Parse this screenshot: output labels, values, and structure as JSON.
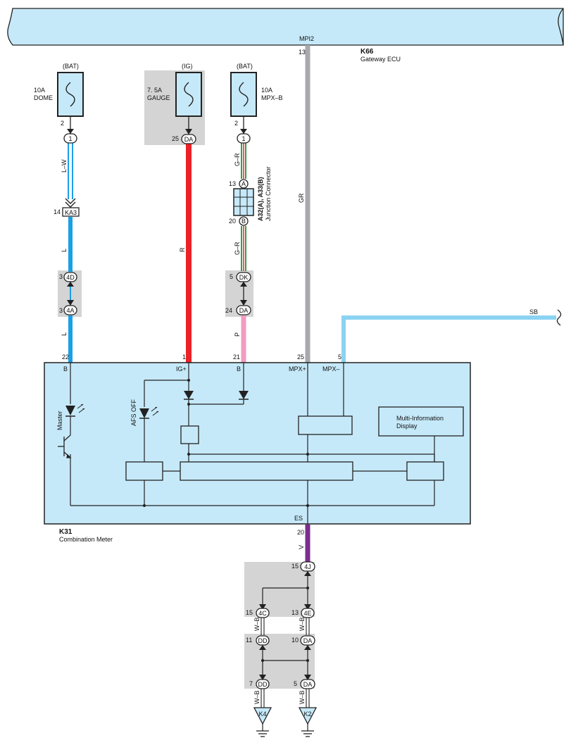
{
  "gateway": {
    "bus_label": "MPI2",
    "pin": "13",
    "code": "K66",
    "name": "Gateway ECU"
  },
  "meter": {
    "code": "K31",
    "name": "Combination Meter",
    "es_label": "ES",
    "es_pin": "20",
    "mid_display": [
      "Multi-Information",
      "Display"
    ],
    "master_label": "Master",
    "afs_label": "AFS OFF"
  },
  "fuses": {
    "dome": {
      "source": "(BAT)",
      "rating": "10A",
      "name": "DOME",
      "pin": "2",
      "conn": "1"
    },
    "gauge": {
      "source": "(IG)",
      "rating": "7. 5A",
      "name": "GAUGE",
      "pin": "25",
      "conn": "DA"
    },
    "mpxb": {
      "source": "(BAT)",
      "rating": "10A",
      "name": "MPX–B",
      "pin": "2",
      "conn": "1"
    }
  },
  "wires": {
    "lw": "L–W",
    "l_upper": "L",
    "l_lower": "L",
    "r": "R",
    "gr_upper": "G–R",
    "gr_lower": "G–R",
    "p": "P",
    "gr": "GR",
    "sb": "SB",
    "v": "V",
    "wb1": "W–B",
    "wb2": "W–B",
    "wb3": "W–B",
    "wb4": "W–B"
  },
  "connectors": {
    "ka3": {
      "pin": "14",
      "code": "KA3"
    },
    "d4d": {
      "pin": "3",
      "code": "4D"
    },
    "d4a": {
      "pin": "3",
      "code": "4A"
    },
    "dk": {
      "pin": "5",
      "code": "DK"
    },
    "da24": {
      "pin": "24",
      "code": "DA"
    },
    "j4": {
      "pin": "15",
      "code": "4J"
    },
    "c4": {
      "pin": "15",
      "code": "4C"
    },
    "e4": {
      "pin": "13",
      "code": "4E"
    },
    "dd11": {
      "pin": "11",
      "code": "DD"
    },
    "da10": {
      "pin": "10",
      "code": "DA"
    },
    "dd7": {
      "pin": "7",
      "code": "DD"
    },
    "da5": {
      "pin": "5",
      "code": "DA"
    }
  },
  "junction": {
    "pin_a": "13",
    "pin_b": "20",
    "label_a": "A",
    "label_b": "B",
    "codes": "A32(A), A33(B)",
    "name": "Junction Connector"
  },
  "meter_pins": {
    "b1": {
      "pin": "22",
      "label": "B"
    },
    "ig": {
      "pin": "1",
      "label": "IG+"
    },
    "b2": {
      "pin": "21",
      "label": "B"
    },
    "mpxp": {
      "pin": "25",
      "label": "MPX+"
    },
    "mpxm": {
      "pin": "5",
      "label": "MPX–"
    }
  },
  "grounds": {
    "k4": "K4",
    "k2": "K2"
  },
  "colors": {
    "bus": "#c6e9f9",
    "l": "#1aa0e6",
    "r": "#ec2127",
    "gr": "#a7a9ac",
    "pink": "#f49ac1",
    "sb": "#8bd3f2",
    "violet": "#7a2e8f",
    "green": "#2ea043",
    "gray_box": "#d4d4d4"
  }
}
